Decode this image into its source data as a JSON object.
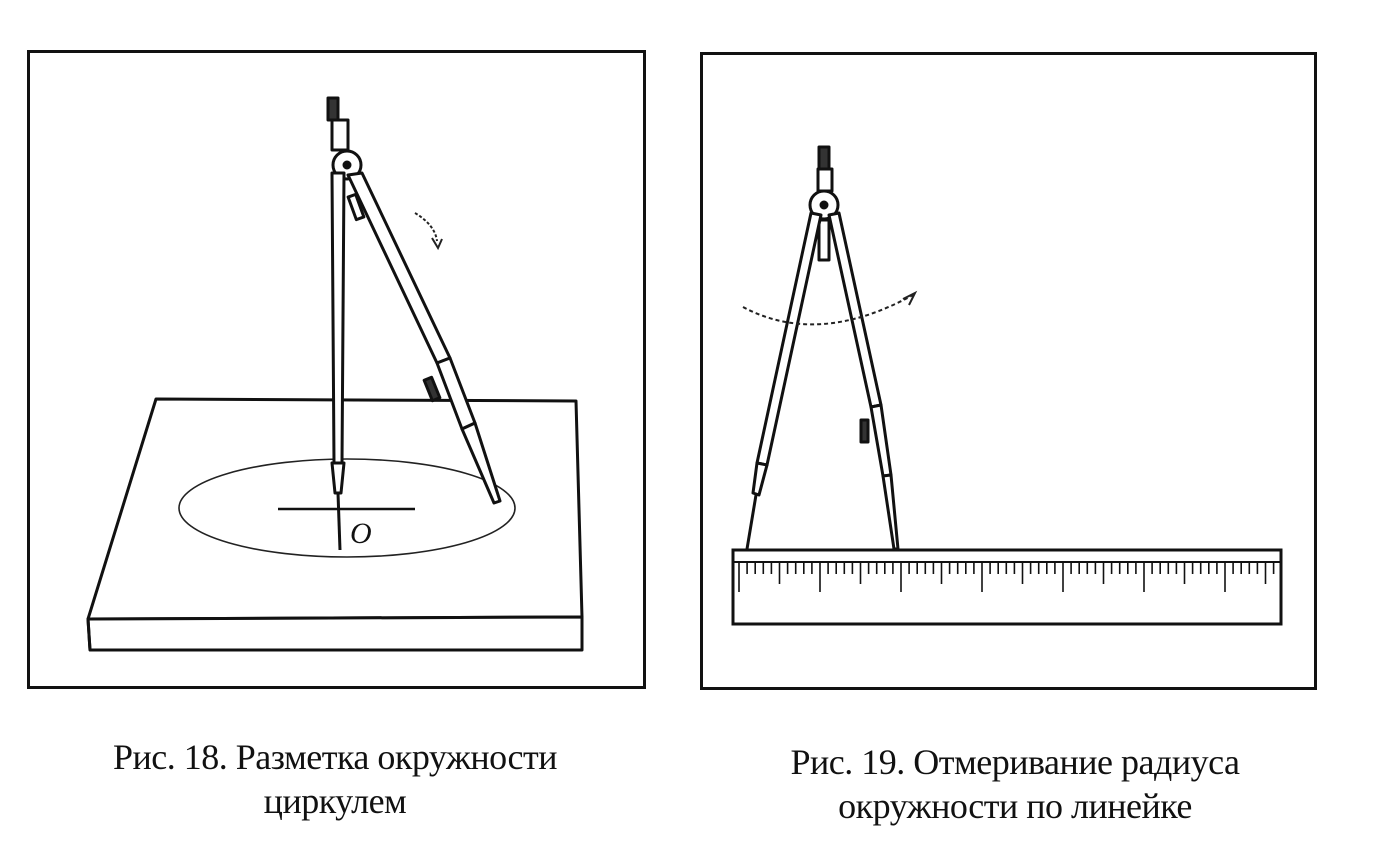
{
  "figures": [
    {
      "caption_line1": "Рис. 18. Разметка окружности",
      "caption_line2": "циркулем",
      "center_label": "O"
    },
    {
      "caption_line1": "Рис. 19. Отмеривание радиуса",
      "caption_line2": "окружности по линейке"
    }
  ],
  "colors": {
    "ink": "#111111",
    "paper": "#ffffff"
  }
}
